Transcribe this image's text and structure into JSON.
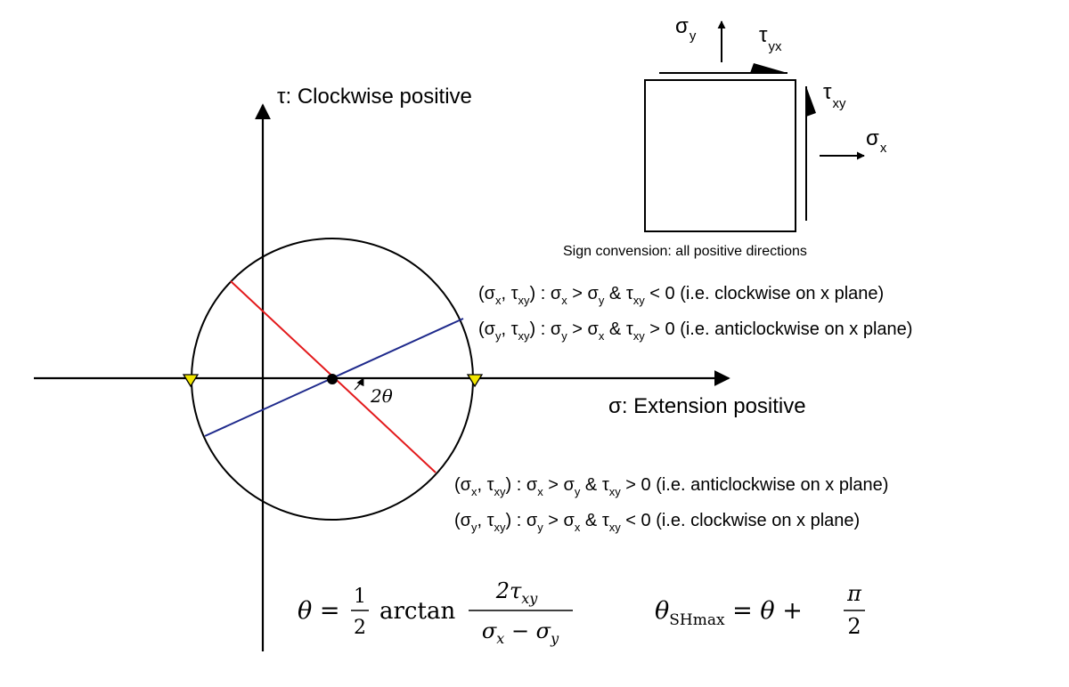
{
  "axes": {
    "tau_label": "τ: Clockwise positive",
    "sigma_label": "σ: Extension positive"
  },
  "angle_label": "2θ",
  "element": {
    "sigma_y": {
      "base": "σ",
      "sub": "y"
    },
    "tau_yx": {
      "base": "τ",
      "sub": "yx"
    },
    "tau_xy": {
      "base": "τ",
      "sub": "xy"
    },
    "sigma_x": {
      "base": "σ",
      "sub": "x"
    },
    "caption": "Sign convension: all positive directions"
  },
  "annotations": {
    "top": [
      [
        {
          "t": "(σ"
        },
        {
          "s": "x"
        },
        {
          "t": ", τ"
        },
        {
          "s": "xy"
        },
        {
          "t": ") : σ"
        },
        {
          "s": "x"
        },
        {
          "t": " > σ"
        },
        {
          "s": "y"
        },
        {
          "t": " & τ"
        },
        {
          "s": "xy"
        },
        {
          "t": " < 0 (i.e. clockwise on x plane)"
        }
      ],
      [
        {
          "t": "(σ"
        },
        {
          "s": "y"
        },
        {
          "t": ", τ"
        },
        {
          "s": "xy"
        },
        {
          "t": ") : σ"
        },
        {
          "s": "y"
        },
        {
          "t": " > σ"
        },
        {
          "s": "x"
        },
        {
          "t": " & τ"
        },
        {
          "s": "xy"
        },
        {
          "t": " > 0 (i.e. anticlockwise on x plane)"
        }
      ]
    ],
    "bottom": [
      [
        {
          "t": "(σ"
        },
        {
          "s": "x"
        },
        {
          "t": ", τ"
        },
        {
          "s": "xy"
        },
        {
          "t": ") : σ"
        },
        {
          "s": "x"
        },
        {
          "t": " > σ"
        },
        {
          "s": "y"
        },
        {
          "t": " & τ"
        },
        {
          "s": "xy"
        },
        {
          "t": " > 0 (i.e. anticlockwise on x plane)"
        }
      ],
      [
        {
          "t": "(σ"
        },
        {
          "s": "y"
        },
        {
          "t": ", τ"
        },
        {
          "s": "xy"
        },
        {
          "t": ") : σ"
        },
        {
          "s": "y"
        },
        {
          "t": " > σ"
        },
        {
          "s": "x"
        },
        {
          "t": " & τ"
        },
        {
          "s": "xy"
        },
        {
          "t": " < 0 (i.e. clockwise on x plane)"
        }
      ]
    ]
  },
  "equations": {
    "theta": {
      "lhs": "θ = ",
      "half_num": "1",
      "half_den": "2",
      "func": "arctan",
      "num": "2τ",
      "num_sub": "xy",
      "den_a": "σ",
      "den_a_sub": "x",
      "den_minus": " − σ",
      "den_b_sub": "y"
    },
    "theta_sh": {
      "lhs": "θ",
      "lhs_sub": "SHmax",
      "mid": " = θ + ",
      "num": "π",
      "den": "2"
    }
  },
  "colors": {
    "red_line": "#e31a1c",
    "blue_line": "#1f2a8c",
    "marker": "#f2e600"
  }
}
